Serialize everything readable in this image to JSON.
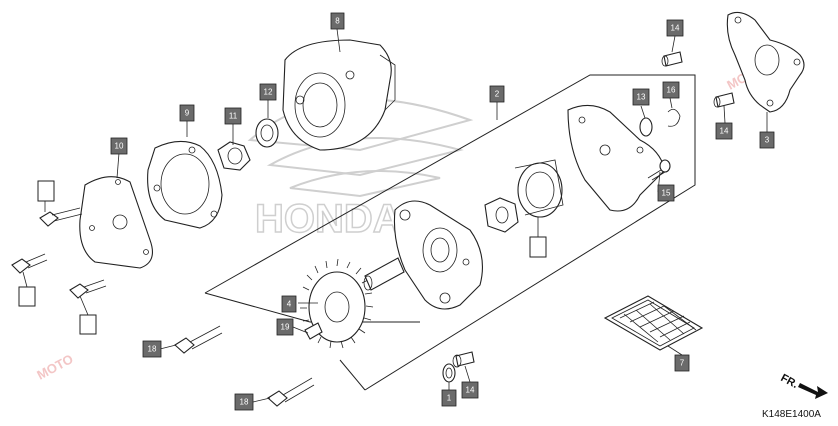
{
  "diagram": {
    "code": "K148E1400A",
    "direction_label": "FR.",
    "watermark_brand": "HONDA",
    "watermark_site": "MOTO"
  },
  "callouts": [
    {
      "id": "c1",
      "label": "1"
    },
    {
      "id": "c2",
      "label": "2"
    },
    {
      "id": "c3",
      "label": "3"
    },
    {
      "id": "c4",
      "label": "4"
    },
    {
      "id": "c7",
      "label": "7"
    },
    {
      "id": "c8",
      "label": "8"
    },
    {
      "id": "c9",
      "label": "9"
    },
    {
      "id": "c10",
      "label": "10"
    },
    {
      "id": "c11",
      "label": "11"
    },
    {
      "id": "c12",
      "label": "12"
    },
    {
      "id": "c13",
      "label": "13"
    },
    {
      "id": "c14a",
      "label": "14"
    },
    {
      "id": "c14b",
      "label": "14"
    },
    {
      "id": "c14c",
      "label": "14"
    },
    {
      "id": "c15",
      "label": "15"
    },
    {
      "id": "c16",
      "label": "16"
    },
    {
      "id": "c18a",
      "label": "18"
    },
    {
      "id": "c18b",
      "label": "18"
    },
    {
      "id": "c19",
      "label": "19"
    }
  ],
  "colors": {
    "callout_fill": "#6b6b6b",
    "line": "#222222",
    "watermark": "#cfcfcf"
  }
}
